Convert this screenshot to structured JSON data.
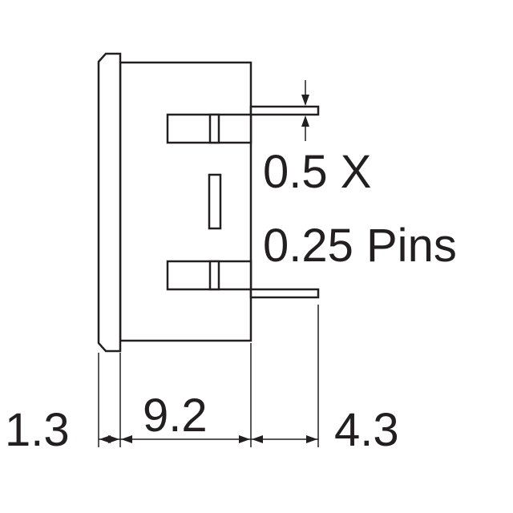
{
  "annotation": {
    "line1": "0.5 X",
    "line2": "0.25 Pins"
  },
  "dimensions": {
    "flange_width": "1.3",
    "body_depth": "9.2",
    "pin_length": "4.3"
  },
  "colors": {
    "ink": "#231f20",
    "background": "#ffffff"
  }
}
